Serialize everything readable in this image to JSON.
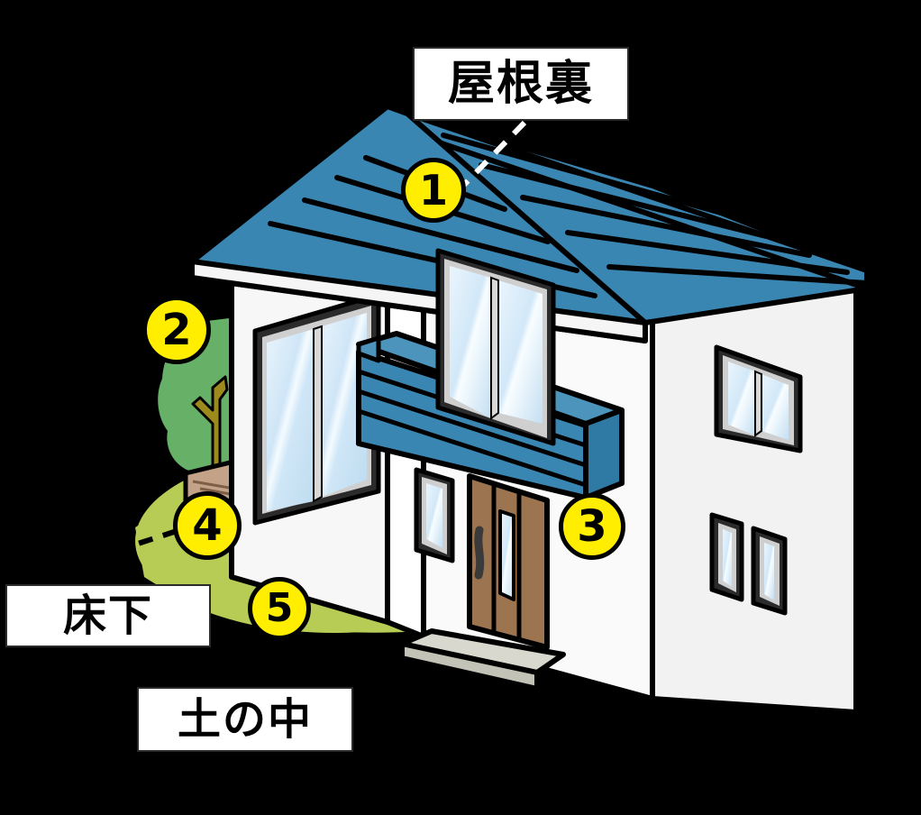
{
  "illustration": {
    "title": "House cutaway illustration with numbered termite-inspection points",
    "background_color": "#000000",
    "palette": {
      "roof_blue": "#3a86b3",
      "wall_white": "#f7f7f7",
      "wall_shade": "#ebebeb",
      "glass_light": "#dff0fb",
      "glass_mid": "#bcdcf2",
      "door_brown": "#9c7550",
      "deck_brown": "#9a7a5e",
      "deck_light": "#c3a288",
      "lawn_green": "#b7cc55",
      "tree_green": "#66b068",
      "trunk_olive": "#9d8a1d",
      "step_gray": "#cdcdc2",
      "marker_yellow": "#ffee00",
      "outline_black": "#000000"
    }
  },
  "labels": [
    {
      "id": "attic",
      "text": "屋根裏",
      "reading": "yaneura",
      "meaning": "attic"
    },
    {
      "id": "underfloor",
      "text": "床下",
      "reading": "yukashita",
      "meaning": "under the floor"
    },
    {
      "id": "soil",
      "text": "土の中",
      "reading": "tsuchi no naka",
      "meaning": "in the soil"
    }
  ],
  "markers": [
    {
      "id": "marker-1",
      "number": "1",
      "target": "attic / roof ridge"
    },
    {
      "id": "marker-2",
      "number": "2",
      "target": "garden tree"
    },
    {
      "id": "marker-3",
      "number": "3",
      "target": "exterior wall / balcony"
    },
    {
      "id": "marker-4",
      "number": "4",
      "target": "wooden deck under floor"
    },
    {
      "id": "marker-5",
      "number": "5",
      "target": "ground / soil"
    }
  ],
  "leader_lines": [
    {
      "id": "attic-leader",
      "style": "dashed",
      "color": "#ffffff",
      "from": "attic label",
      "to": "marker-1"
    },
    {
      "id": "underfloor-leader",
      "style": "dashed",
      "color": "#000000",
      "from": "marker-4",
      "to": "underfloor label"
    },
    {
      "id": "soil-leader",
      "style": "dashed",
      "color": "#000000",
      "from": "marker-5",
      "to": "soil label"
    }
  ]
}
